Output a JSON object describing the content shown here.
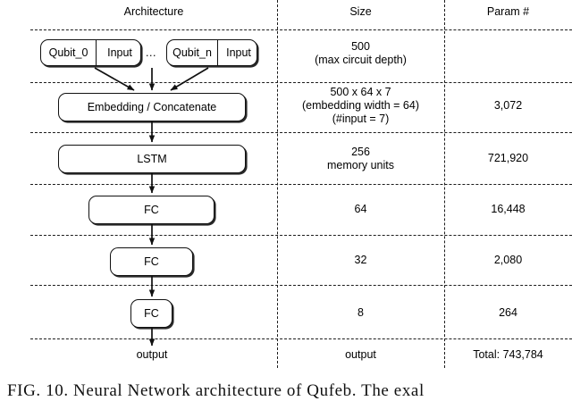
{
  "figure": {
    "caption": "FIG. 10. Neural Network architecture of Qufeb. The exal"
  },
  "table": {
    "headers": {
      "architecture": "Architecture",
      "size": "Size",
      "param": "Param #"
    },
    "rows": [
      {
        "arch_kind": "qubit-inputs",
        "size": "500",
        "size_note": "(max circuit depth)",
        "param": ""
      },
      {
        "arch_kind": "layer",
        "arch_label": "Embedding / Concatenate",
        "size": "500 x 64 x 7",
        "size_note": "(embedding width = 64)",
        "size_note2": "(#input = 7)",
        "param": "3,072"
      },
      {
        "arch_kind": "layer",
        "arch_label": "LSTM",
        "size": "256",
        "size_note": "memory units",
        "param": "721,920"
      },
      {
        "arch_kind": "layer",
        "arch_label": "FC",
        "size": "64",
        "size_note": "",
        "param": "16,448"
      },
      {
        "arch_kind": "layer",
        "arch_label": "FC",
        "size": "32",
        "size_note": "",
        "param": "2,080"
      },
      {
        "arch_kind": "layer",
        "arch_label": "FC",
        "size": "8",
        "size_note": "",
        "param": "264"
      },
      {
        "arch_kind": "output",
        "arch_label": "output",
        "size": "output",
        "size_note": "",
        "param": "Total: 743,784"
      }
    ]
  },
  "diagram": {
    "qubit_first": {
      "name_label": "Qubit_0",
      "input_label": "Input"
    },
    "qubit_last": {
      "name_label": "Qubit_n",
      "input_label": "Input"
    },
    "ellipsis": "...",
    "layers": {
      "embedding": "Embedding / Concatenate",
      "lstm": "LSTM",
      "fc1": "FC",
      "fc2": "FC",
      "fc3": "FC"
    },
    "output_label": "output"
  },
  "colors": {
    "ink": "#111111",
    "rule": "#1c1c1c",
    "shadow": "#2b2b2b",
    "paper": "#ffffff"
  }
}
